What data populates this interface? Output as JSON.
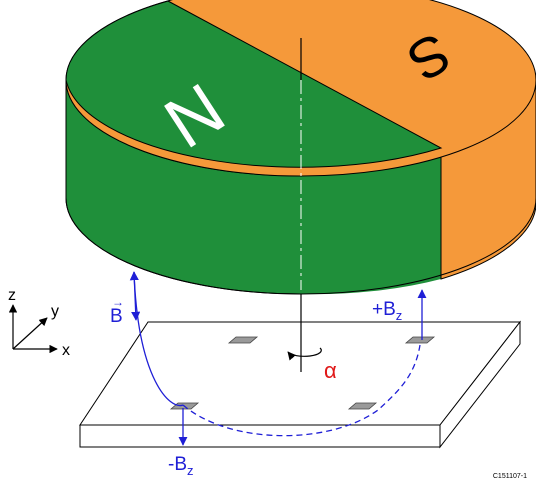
{
  "magnet": {
    "north_label": "N",
    "south_label": "S",
    "north_color": "#1f8f3a",
    "south_color": "#f5993a"
  },
  "field": {
    "vector_label": "B",
    "plus_label": "+B",
    "minus_label": "-B",
    "subscript": "z",
    "color": "#1f1fd6"
  },
  "rotation": {
    "angle_label": "α",
    "color": "#e01818"
  },
  "axes": {
    "x_label": "x",
    "y_label": "y",
    "z_label": "z"
  },
  "figure_id": "C151107-1"
}
